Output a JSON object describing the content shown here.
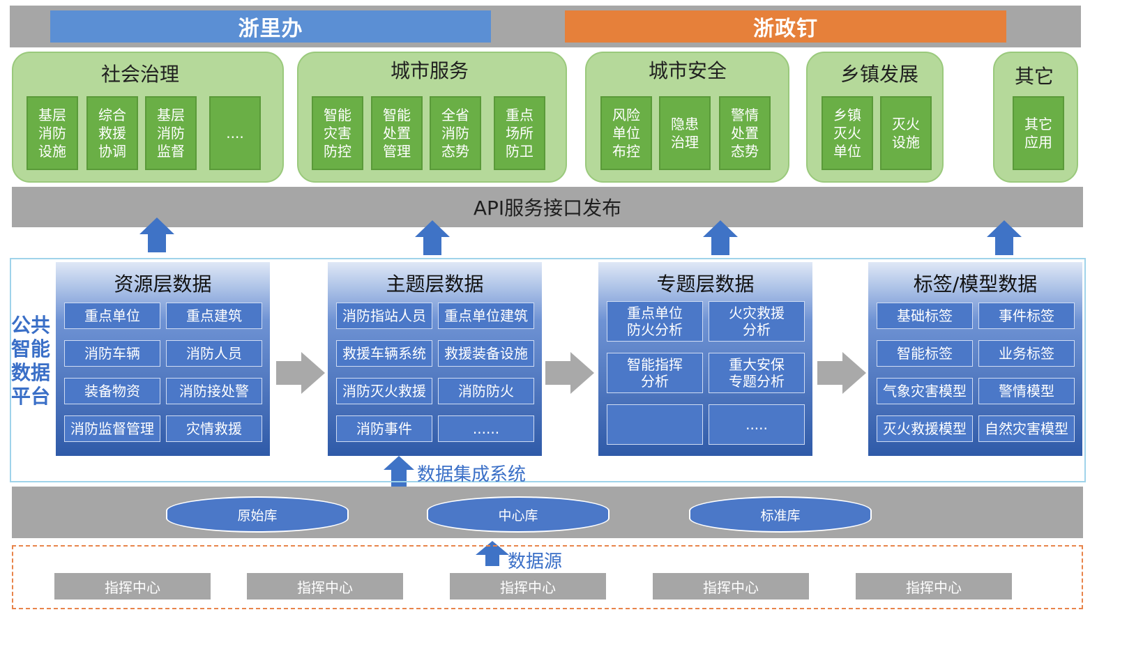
{
  "portals": {
    "left": "浙里办",
    "right": "浙政钉"
  },
  "groups": [
    {
      "title": "社会治理",
      "apps": [
        "基层\n消防\n设施",
        "综合\n救援\n协调",
        "基层\n消防\n监督",
        "...."
      ]
    },
    {
      "title": "城市服务",
      "apps": [
        "智能\n灾害\n防控",
        "智能\n处置\n管理",
        "全省\n消防\n态势",
        "重点\n场所\n防卫"
      ]
    },
    {
      "title": "城市安全",
      "apps": [
        "风险\n单位\n布控",
        "隐患\n治理",
        "警情\n处置\n态势"
      ]
    },
    {
      "title": "乡镇发展",
      "apps": [
        "乡镇\n灭火\n单位",
        "灭火\n设施"
      ]
    },
    {
      "title": "其它",
      "apps": [
        "其它\n应用"
      ]
    }
  ],
  "api": "API服务接口发布",
  "platform_label": "公共\n智能\n数据\n平台",
  "layers": [
    {
      "title": "资源层数据",
      "cells": [
        "重点单位",
        "重点建筑",
        "消防车辆",
        "消防人员",
        "装备物资",
        "消防接处警",
        "消防监督管理",
        "灾情救援"
      ]
    },
    {
      "title": "主题层数据",
      "cells": [
        "消防指站人员",
        "重点单位建筑",
        "救援车辆系统",
        "救援装备设施",
        "消防灭火救援",
        "消防防火",
        "消防事件",
        "......"
      ]
    },
    {
      "title": "专题层数据",
      "cells": [
        "重点单位\n防火分析",
        "火灾救援\n分析",
        "智能指挥\n分析",
        "重大安保\n专题分析",
        "",
        "....."
      ]
    },
    {
      "title": "标签/模型数据",
      "cells": [
        "基础标签",
        "事件标签",
        "智能标签",
        "业务标签",
        "气象灾害模型",
        "警情模型",
        "灭火救援模型",
        "自然灾害模型"
      ]
    }
  ],
  "integration": "数据集成系统",
  "stores": [
    "原始库",
    "中心库",
    "标准库"
  ],
  "datasource": "数据源",
  "sources": [
    "指挥中心",
    "指挥中心",
    "指挥中心",
    "指挥中心",
    "指挥中心"
  ]
}
